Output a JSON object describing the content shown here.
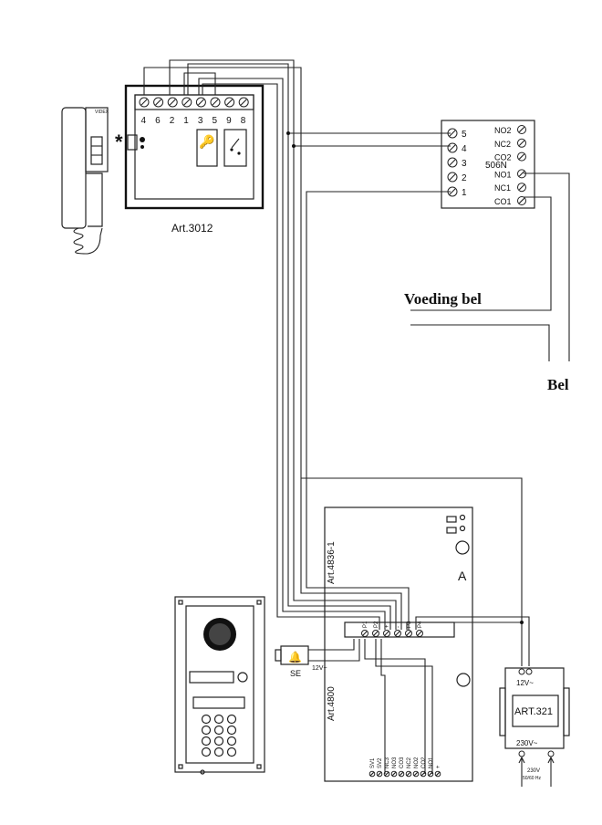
{
  "handset": {
    "brand": "VIDEX"
  },
  "asterisk": "*",
  "art3012": {
    "label": "Art.3012",
    "terminals": [
      "4",
      "6",
      "2",
      "1",
      "3",
      "5",
      "9",
      "8"
    ]
  },
  "relay506n": {
    "model": "506N",
    "left_terminals": [
      "5",
      "4",
      "3",
      "2",
      "1"
    ],
    "right_terminals": [
      "NO2",
      "NC2",
      "CO2",
      "NO1",
      "NC1",
      "CO1"
    ]
  },
  "voeding_bel": "Voeding bel",
  "bel": "Bel",
  "art4836": {
    "label": "Art.4836-1",
    "marker": "A"
  },
  "art4800": {
    "label": "Art.4800",
    "top_terminals": [
      "P1",
      "P2",
      "+",
      "-",
      "P3",
      "P4"
    ],
    "bottom_terminals": [
      "SV1",
      "SV2",
      "NC3",
      "NO3",
      "CO3",
      "NC2",
      "NO2",
      "CO2",
      "NO1",
      "+"
    ]
  },
  "lock": {
    "label": "SE",
    "voltage": "12V~"
  },
  "art321": {
    "label": "ART.321",
    "output": "12V~",
    "input": "230V~",
    "mains_voltage": "230V",
    "mains_freq": "50/60 Hz"
  }
}
